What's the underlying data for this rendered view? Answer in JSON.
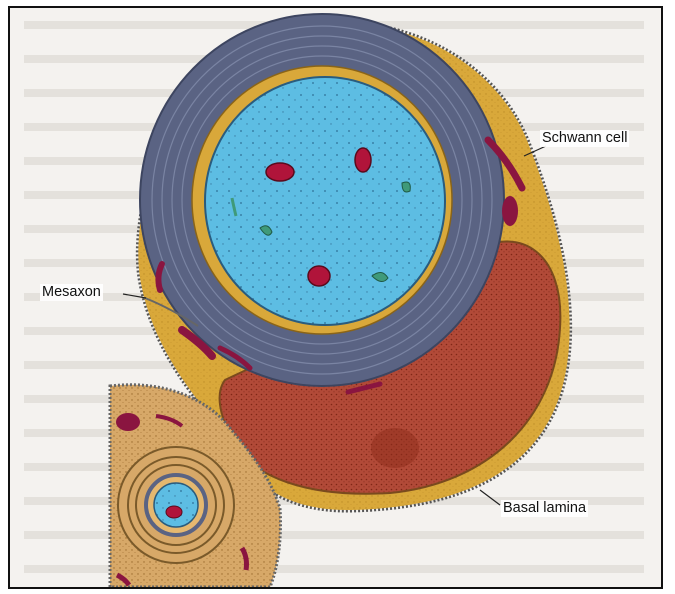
{
  "figure": {
    "labels": {
      "schwann_cell": "Schwann cell",
      "mesaxon": "Mesaxon",
      "basal_lamina": "Basal lamina"
    }
  }
}
